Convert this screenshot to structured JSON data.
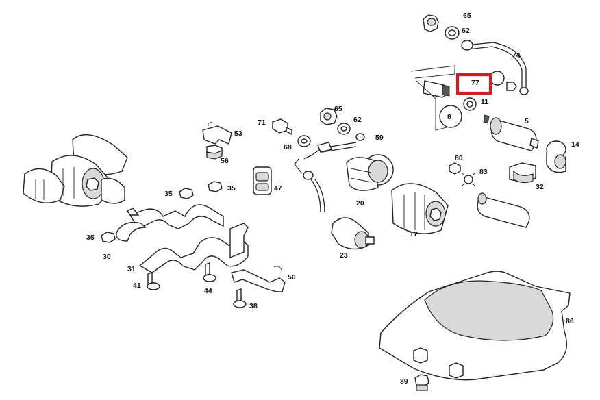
{
  "diagram": {
    "labels": [
      "65",
      "62",
      "74",
      "77",
      "11",
      "8",
      "5",
      "14",
      "80",
      "83",
      "32",
      "71",
      "65",
      "62",
      "68",
      "59",
      "53",
      "56",
      "47",
      "35",
      "35",
      "35",
      "20",
      "17",
      "30",
      "31",
      "41",
      "44",
      "38",
      "50",
      "23",
      "86",
      "89"
    ],
    "highlighted_label": "77",
    "highlight_color": "#e4141b"
  }
}
